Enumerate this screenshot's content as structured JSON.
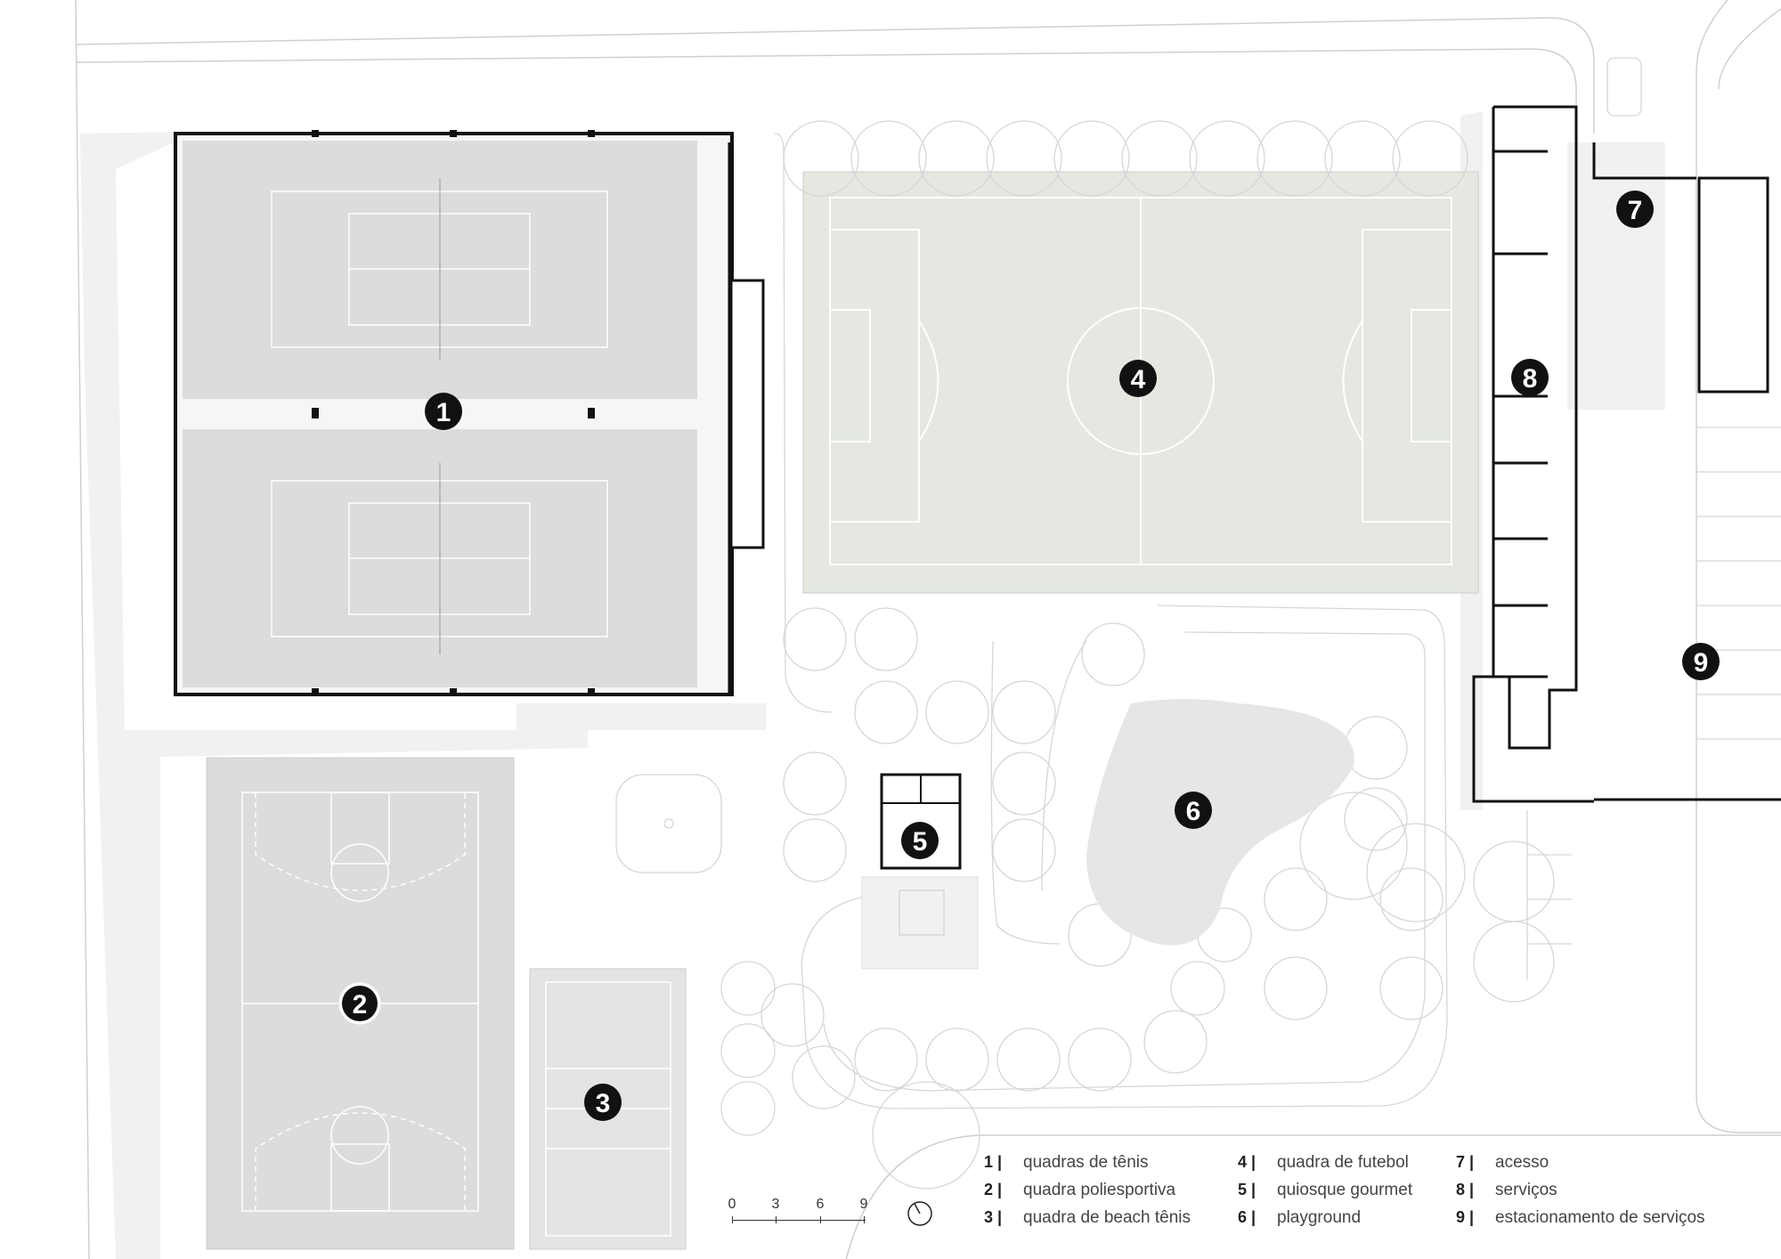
{
  "markers": [
    "1",
    "2",
    "3",
    "4",
    "5",
    "6",
    "7",
    "8",
    "9"
  ],
  "legend": [
    {
      "num": "1 |",
      "label": "quadras de tênis"
    },
    {
      "num": "2 |",
      "label": "quadra poliesportiva"
    },
    {
      "num": "3 |",
      "label": "quadra de beach tênis"
    },
    {
      "num": "4 |",
      "label": "quadra de futebol"
    },
    {
      "num": "5 |",
      "label": "quiosque gourmet"
    },
    {
      "num": "6 |",
      "label": "playground"
    },
    {
      "num": "7 |",
      "label": "acesso"
    },
    {
      "num": "8 |",
      "label": "serviços"
    },
    {
      "num": "9 |",
      "label": "estacionamento de serviços"
    }
  ],
  "scale": {
    "ticks": [
      "0",
      "3",
      "6",
      "9"
    ]
  },
  "colors": {
    "court": "#dcdcdc",
    "court_light": "#e4e4e4",
    "field": "#e4e8e0",
    "ground": "#f0f0f0",
    "line": "#cfcfcf",
    "wall": "#111111",
    "marker": "#111111"
  },
  "icons": {
    "north": "north-arrow-icon"
  }
}
